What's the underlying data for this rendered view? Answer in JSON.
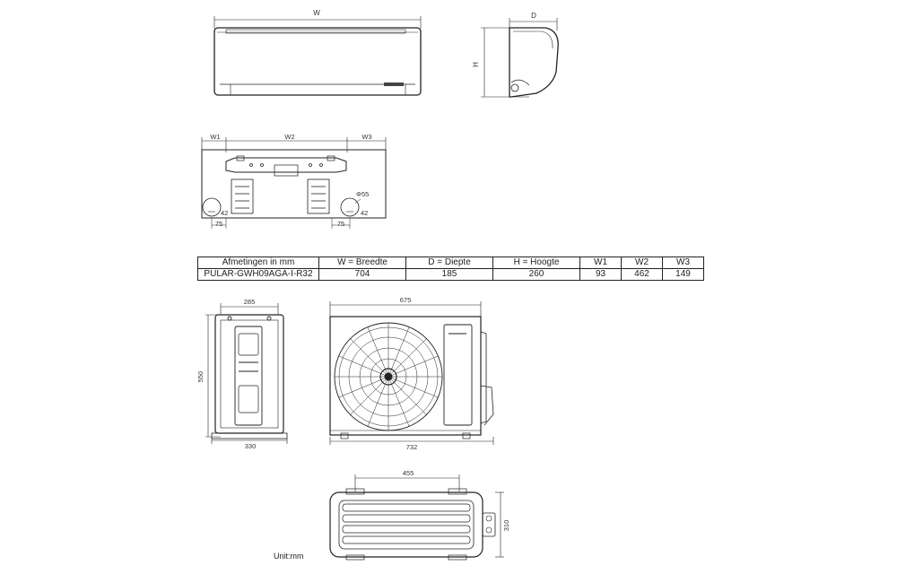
{
  "indoor": {
    "front_label": "W",
    "side_depth_label": "D",
    "side_height_label": "H"
  },
  "bracket": {
    "w1_label": "W1",
    "w2_label": "W2",
    "w3_label": "W3",
    "hole_label": "Φ55",
    "left_offset_h": "75",
    "left_offset_v": "42",
    "right_offset_h": "75",
    "right_offset_v": "42"
  },
  "table": {
    "headers": [
      "Afmetingen in mm",
      "W = Breedte",
      "D = Diepte",
      "H = Hoogte",
      "W1",
      "W2",
      "W3"
    ],
    "rows": [
      [
        "PULAR-GWH09AGA-I-R32",
        "704",
        "185",
        "260",
        "93",
        "462",
        "149"
      ]
    ]
  },
  "outdoor": {
    "side_top_width": "285",
    "side_height": "550",
    "side_base_width": "330",
    "front_top_width": "675",
    "front_total_width": "732",
    "top_anchor_spacing": "455",
    "top_depth": "310"
  },
  "footer": {
    "unit": "Unit:mm"
  }
}
